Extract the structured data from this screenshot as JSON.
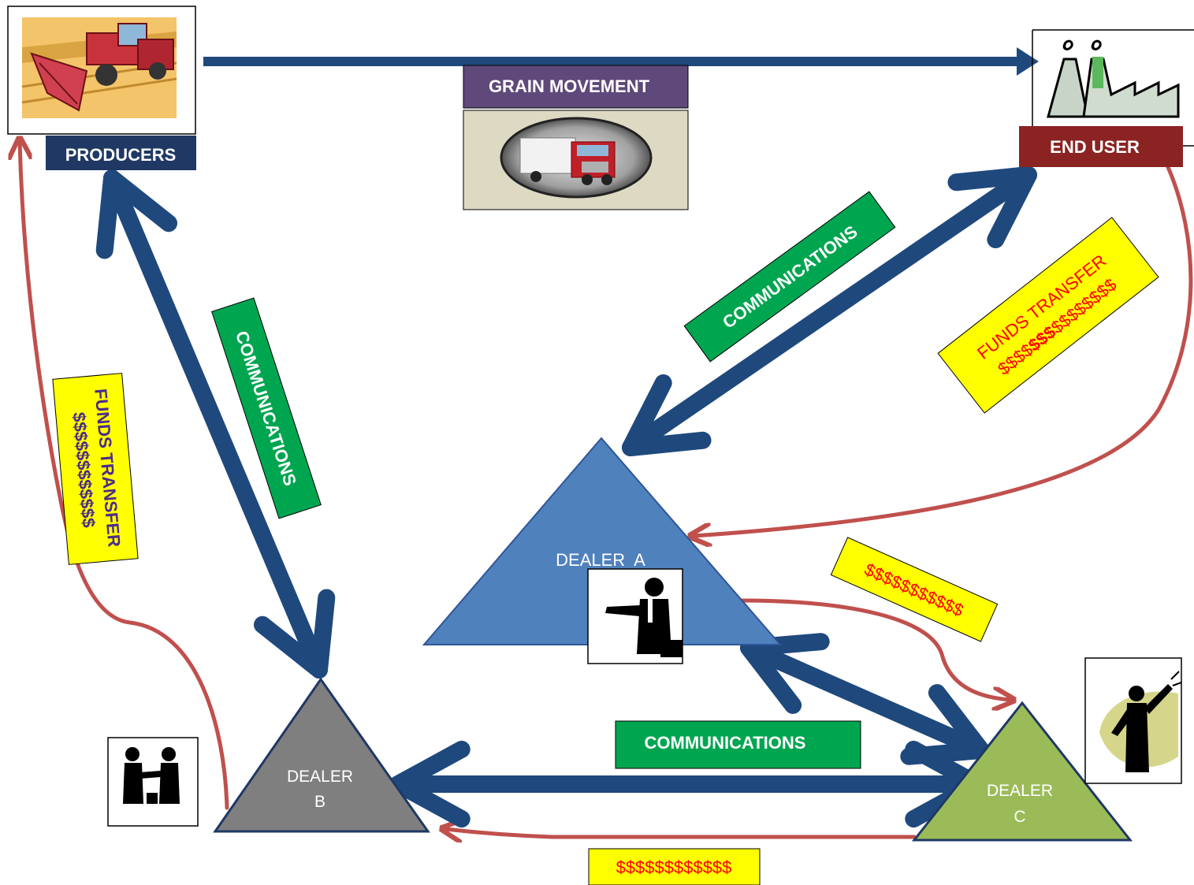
{
  "nodes": {
    "producers": {
      "label": "PRODUCERS",
      "label_bg": "#1f3864"
    },
    "end_user": {
      "label": "END USER",
      "label_bg": "#8b2323"
    },
    "grain_movement": {
      "label": "GRAIN MOVEMENT",
      "label_bg": "#5f497a"
    },
    "dealer_a": {
      "label": "DEALER  A",
      "color": "#4f81bd"
    },
    "dealer_b": {
      "label_line1": "DEALER",
      "label_line2": "B",
      "color": "#7f7f7f"
    },
    "dealer_c": {
      "label_line1": "DEALER",
      "label_line2": "C",
      "color": "#9bbb59"
    }
  },
  "communications": {
    "producers_dealer_b": "COMMUNICATIONS",
    "end_user_dealer_a": "COMMUNICATIONS",
    "dealer_b_dealer_c": "COMMUNICATIONS",
    "color": "#00a550"
  },
  "funds": {
    "left_title": "FUNDS TRANSFER",
    "left_amount": "$$$$$$$$$$$$",
    "right_title": "FUNDS TRANSFER",
    "right_amount_a": "$$$$",
    "right_amount_b": "$$$",
    "right_amount_c": "$$$$$$$$",
    "dealer_a_c": "$$$$$$$$$$$",
    "bottom": "$$$$$$$$$$$$",
    "color": "#ffff00"
  },
  "colors": {
    "flow_arrow": "#1f497d",
    "funds_line": "#c0504d",
    "funds_text_red": "#ff0000",
    "funds_text_purple": "#4b2c8c"
  },
  "icons": {
    "producers": "harvester-icon",
    "end_user": "factory-icon",
    "grain": "truck-icon",
    "dealer_a": "businessman-icon",
    "dealer_b": "handshake-icon",
    "dealer_c": "megaphone-man-icon"
  }
}
